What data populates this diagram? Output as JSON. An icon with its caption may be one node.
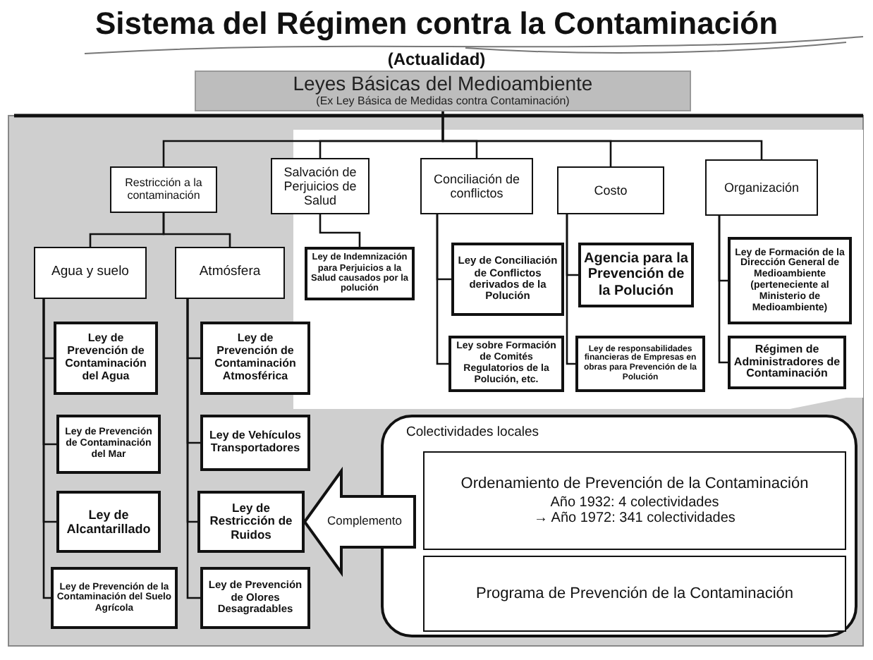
{
  "diagram": {
    "title": "Sistema del Régimen contra la Contaminación",
    "nodes": [
      {
        "text": [
          "Leyes Básicas del Medioambiente",
          "(Ex Ley Básica de Medidas contra Contaminación)"
        ]
      },
      {
        "text": [
          "Restricción a la contaminación"
        ]
      },
      {
        "text": [
          "Salvación de Perjuicios de Salud"
        ]
      },
      {
        "text": [
          "Conciliación de conflictos"
        ]
      },
      {
        "text": [
          "Costo"
        ]
      },
      {
        "text": [
          "Organización"
        ]
      },
      {
        "text": [
          "Agua y suelo"
        ]
      },
      {
        "text": [
          "Atmósfera"
        ]
      },
      {
        "text": [
          "Ley de Indemnización para Perjuicios a la Salud causados por la polución"
        ]
      },
      {
        "text": [
          "Ley de Conciliación de Conflictos derivados de la Polución"
        ]
      },
      {
        "text": [
          "Ley sobre Formación de Comités Regulatorios de la Polución, etc."
        ]
      },
      {
        "text": [
          "Agencia para la Prevención de la Polución"
        ]
      },
      {
        "text": [
          "Ley de responsabilidades financieras de Empresas en obras para Prevención de la Polución"
        ]
      },
      {
        "text": [
          "Ley de Formación de la Dirección General de Medioambiente (perteneciente al Ministerio de Medioambiente)"
        ]
      },
      {
        "text": [
          "Régimen de Administradores de Contaminación"
        ]
      },
      {
        "text": [
          "Ley de Prevención de Contaminación del Agua"
        ]
      },
      {
        "text": [
          "Ley de Prevención de Contaminación del Mar"
        ]
      },
      {
        "text": [
          "Ley de Alcantarillado"
        ]
      },
      {
        "text": [
          "Ley de Prevención de la Contaminación del Suelo Agrícola"
        ]
      },
      {
        "text": [
          "Ley de Prevención de Contaminación Atmosférica"
        ]
      },
      {
        "text": [
          "Ley de Vehículos Transportadores"
        ]
      },
      {
        "text": [
          "Ley de Restricción de Ruidos"
        ]
      },
      {
        "text": [
          "Ley de Prevención de Olores Desagradables"
        ]
      },
      {
        "text": [
          "Colectividades locales"
        ]
      },
      {
        "text": [
          "Ordenamiento de Prevención de la Contaminación",
          "Año 1932: 4 colectividades",
          "→ Año 1972: 341 colectividades"
        ],
        "in": 23
      },
      {
        "text": [
          "Programa de Prevención de la Contaminación"
        ],
        "in": 23
      }
    ],
    "edges": [
      {
        "from": 0,
        "to": 1,
        "arrow": "none"
      },
      {
        "from": 0,
        "to": 2,
        "arrow": "none"
      },
      {
        "from": 0,
        "to": 3,
        "arrow": "none"
      },
      {
        "from": 0,
        "to": 4,
        "arrow": "none"
      },
      {
        "from": 0,
        "to": 5,
        "arrow": "none"
      },
      {
        "from": 1,
        "to": 6,
        "arrow": "none"
      },
      {
        "from": 1,
        "to": 7,
        "arrow": "none"
      },
      {
        "from": 2,
        "to": 8,
        "arrow": "none"
      },
      {
        "from": 3,
        "to": 9,
        "arrow": "none"
      },
      {
        "from": 3,
        "to": 10,
        "arrow": "none"
      },
      {
        "from": 4,
        "to": 11,
        "arrow": "none"
      },
      {
        "from": 4,
        "to": 12,
        "arrow": "none"
      },
      {
        "from": 5,
        "to": 13,
        "arrow": "none"
      },
      {
        "from": 5,
        "to": 14,
        "arrow": "none"
      },
      {
        "from": 6,
        "to": 15,
        "arrow": "none"
      },
      {
        "from": 6,
        "to": 16,
        "arrow": "none"
      },
      {
        "from": 6,
        "to": 17,
        "arrow": "none"
      },
      {
        "from": 6,
        "to": 18,
        "arrow": "none"
      },
      {
        "from": 7,
        "to": 19,
        "arrow": "none"
      },
      {
        "from": 7,
        "to": 20,
        "arrow": "none"
      },
      {
        "from": 7,
        "to": 21,
        "arrow": "none"
      },
      {
        "from": 7,
        "to": 22,
        "arrow": "none"
      },
      {
        "from": 23,
        "to": 21,
        "arrow": "to",
        "label": "Complemento",
        "style": "thick"
      }
    ],
    "labels": [
      "(Actualidad)"
    ]
  }
}
